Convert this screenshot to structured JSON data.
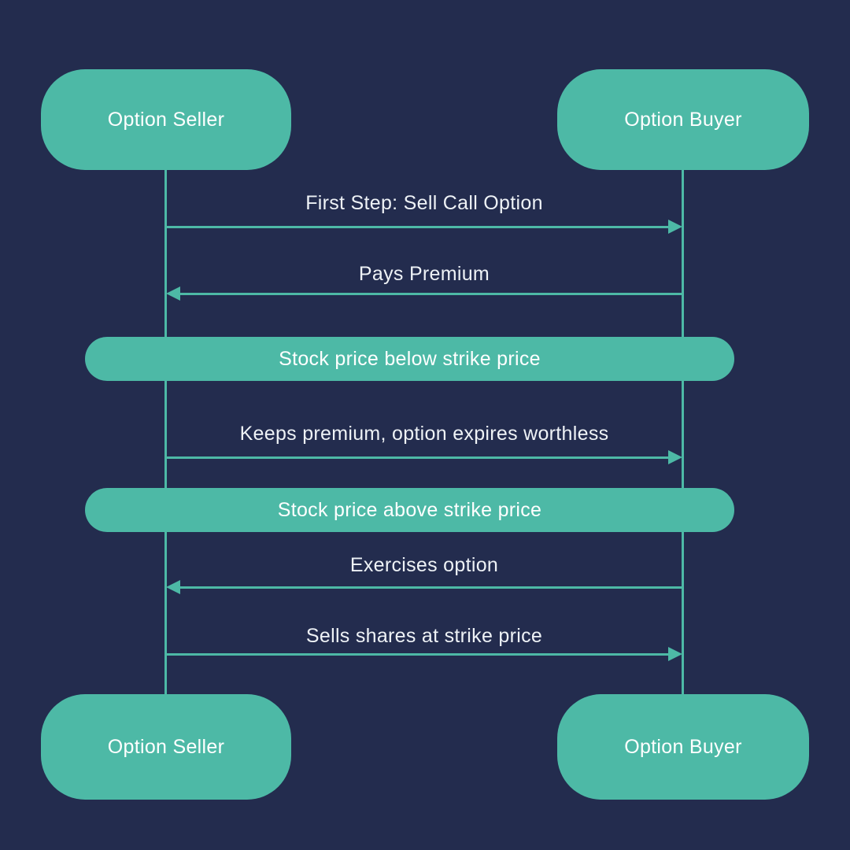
{
  "colors": {
    "background": "#232c4e",
    "accent": "#4db9a6",
    "text_on_accent": "#ffffff",
    "text_light": "#eef2f6"
  },
  "actors": {
    "top_left": "Option Seller",
    "top_right": "Option Buyer",
    "bottom_left": "Option Seller",
    "bottom_right": "Option Buyer"
  },
  "messages": [
    {
      "label": "First Step: Sell Call Option",
      "direction": "right",
      "from": "Option Seller",
      "to": "Option Buyer"
    },
    {
      "label": "Pays Premium",
      "direction": "left",
      "from": "Option Buyer",
      "to": "Option Seller"
    },
    {
      "label": "Keeps premium, option expires worthless",
      "direction": "right",
      "from": "Option Seller",
      "to": "Option Buyer"
    },
    {
      "label": "Exercises option",
      "direction": "left",
      "from": "Option Buyer",
      "to": "Option Seller"
    },
    {
      "label": "Sells shares at strike price",
      "direction": "right",
      "from": "Option Seller",
      "to": "Option Buyer"
    }
  ],
  "conditions": [
    {
      "label": "Stock price below strike price"
    },
    {
      "label": "Stock price above strike price"
    }
  ]
}
